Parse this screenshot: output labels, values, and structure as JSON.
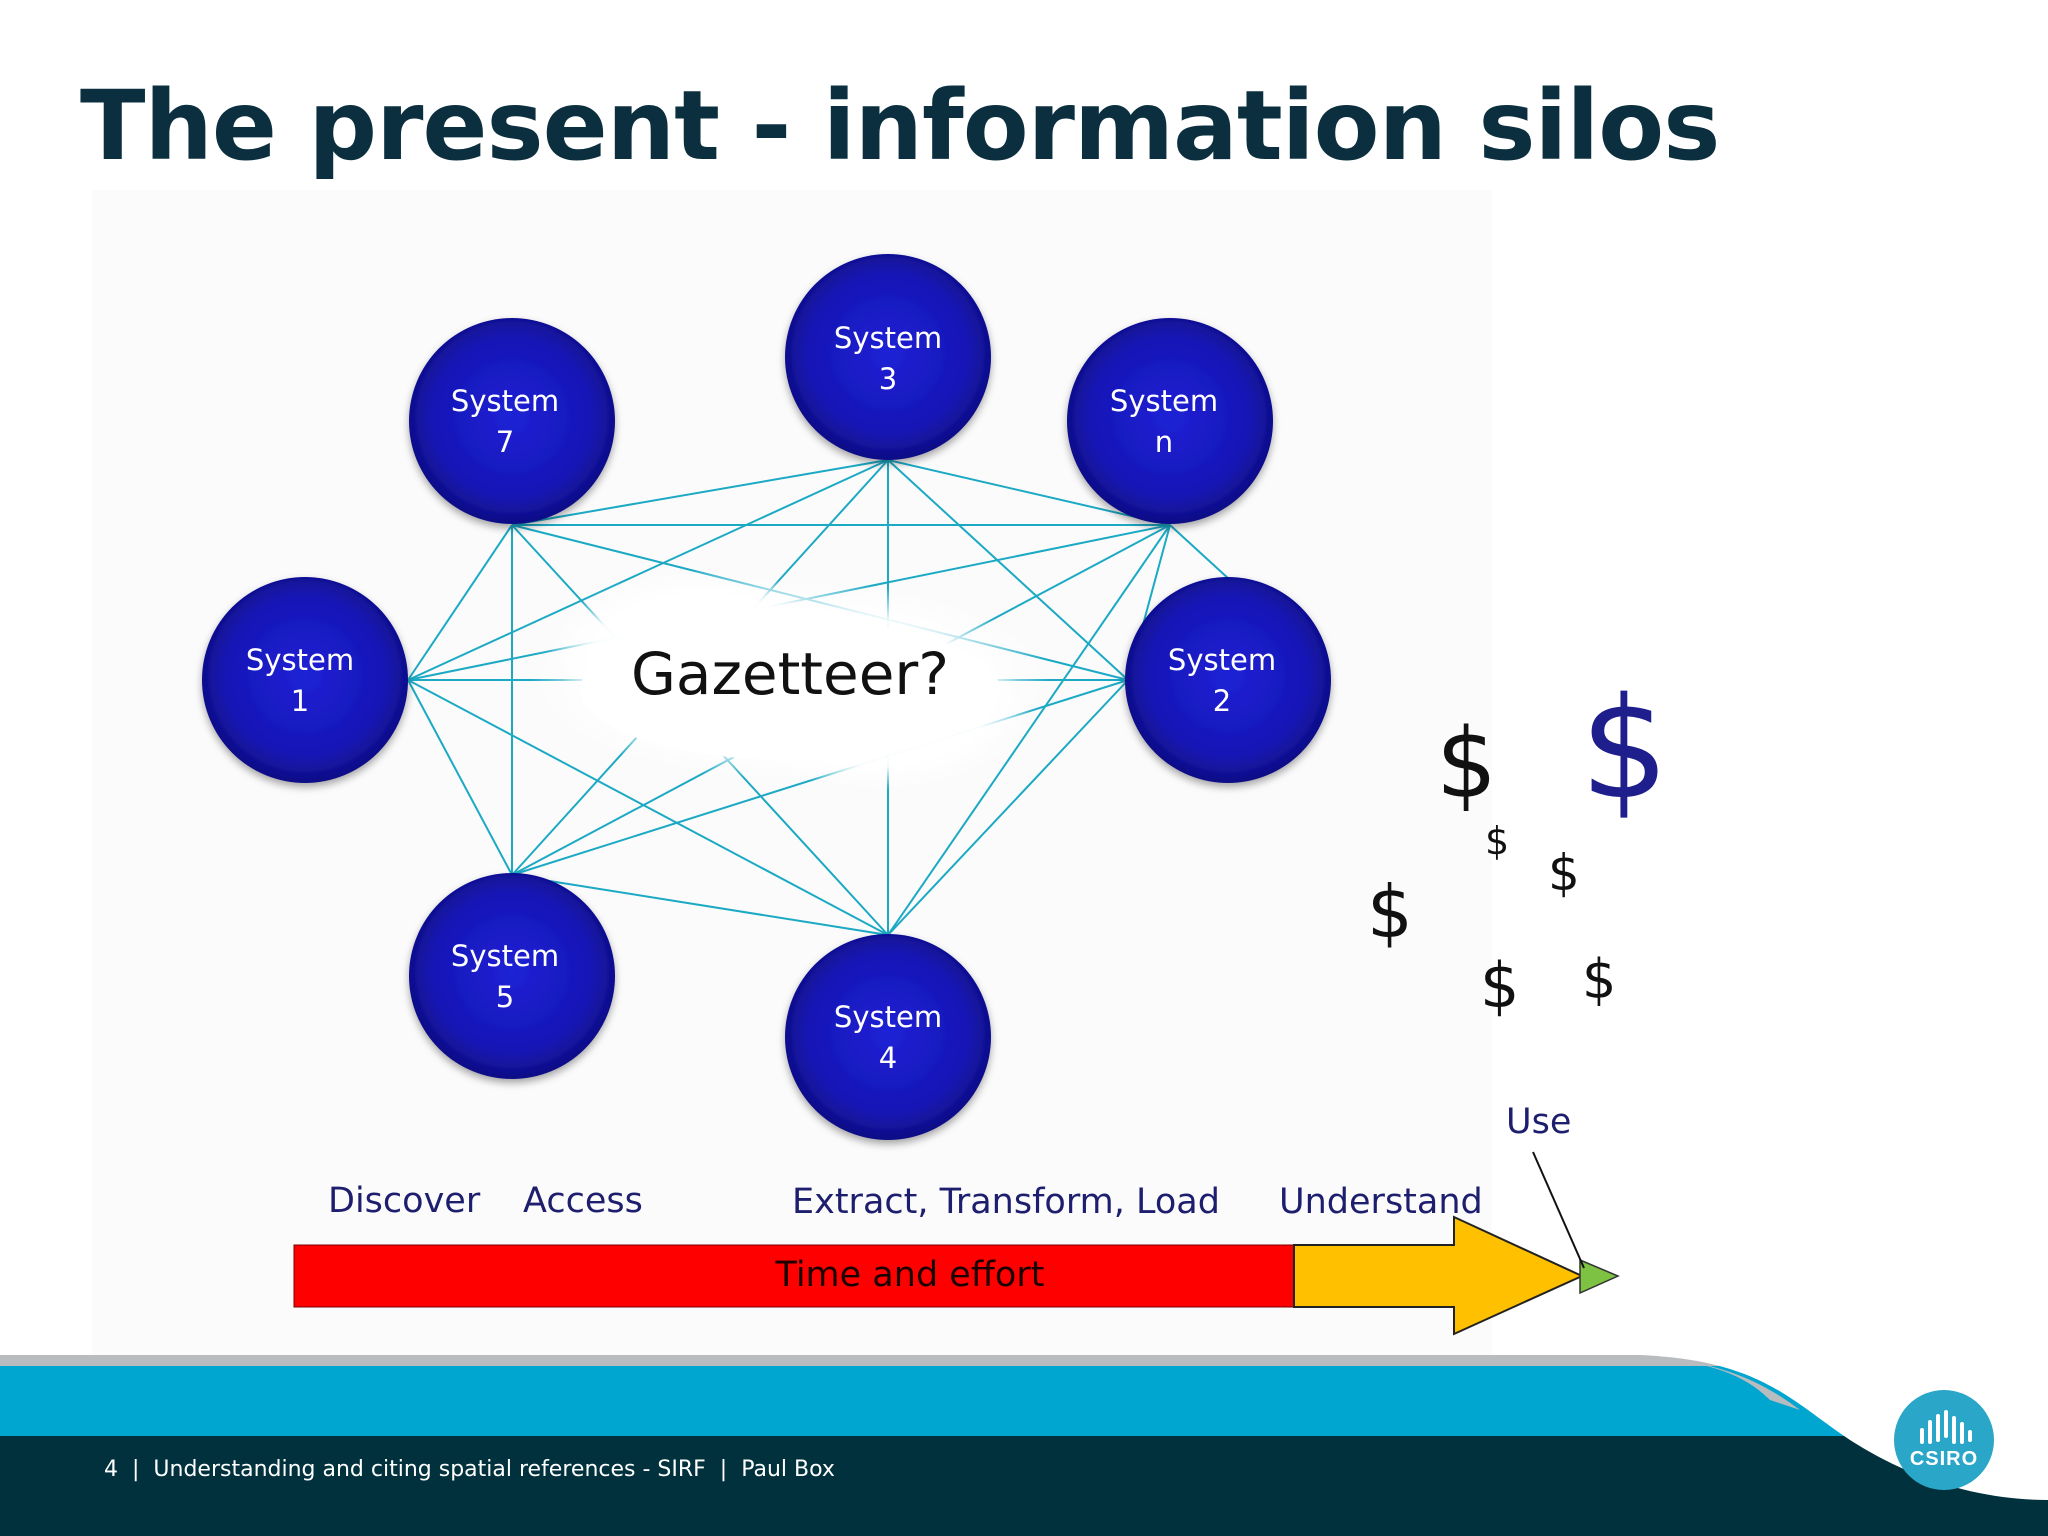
{
  "slide": {
    "title": "The present - information silos",
    "footer": {
      "page": "4",
      "presentation": "Understanding and citing spatial references - SIRF",
      "author": "Paul Box",
      "separator": "|"
    },
    "logo_text": "CSIRO"
  },
  "diagram": {
    "center_label": "Gazetteer?",
    "nodes": [
      {
        "id": "s1",
        "line1": "System",
        "line2": "1"
      },
      {
        "id": "s2",
        "line1": "System",
        "line2": "2"
      },
      {
        "id": "s3",
        "line1": "System",
        "line2": "3"
      },
      {
        "id": "s4",
        "line1": "System",
        "line2": "4"
      },
      {
        "id": "s5",
        "line1": "System",
        "line2": "5"
      },
      {
        "id": "s7",
        "line1": "System",
        "line2": "7"
      },
      {
        "id": "sn",
        "line1": "System",
        "line2": "n"
      }
    ],
    "dollar_sign": "$",
    "colors": {
      "node": "#1515b8",
      "link": "#1ba9c4",
      "big_dollar": "#1e1e8c"
    }
  },
  "process": {
    "stages": [
      "Discover",
      "Access",
      "Extract, Transform, Load",
      "Understand",
      "Use"
    ],
    "bar_label": "Time and effort",
    "colors": {
      "red": "#ff0000",
      "amber": "#ffc000",
      "green": "#7dc242"
    }
  }
}
